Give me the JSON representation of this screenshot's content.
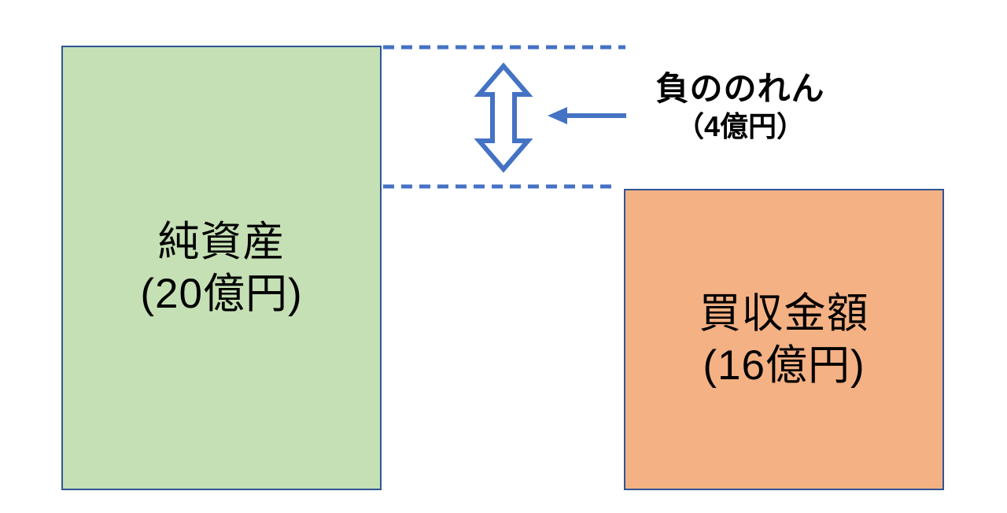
{
  "diagram": {
    "description": "negative-goodwill-acquisition-diagram",
    "background_color": "#ffffff",
    "colors": {
      "accent_blue": "#4472C4",
      "box_border_blue": "#2F5597",
      "net_assets_fill": "#C5E0B4",
      "acquisition_fill": "#F4B183",
      "text_black": "#000000"
    },
    "net_assets_box": {
      "label_line1": "純資産",
      "label_line2": "(20億円)",
      "value": 20,
      "unit": "億円"
    },
    "acquisition_box": {
      "label_line1": "買収金額",
      "label_line2": "(16億円)",
      "value": 16,
      "unit": "億円"
    },
    "gap_annotation": {
      "label_line1": "負ののれん",
      "label_line2": "（4億円）",
      "value": 4,
      "unit": "億円"
    },
    "icons": {
      "gap_span": "updown-outline-arrow",
      "pointer": "left-solid-arrow",
      "gap_guides": "horizontal-dashed-lines"
    }
  }
}
